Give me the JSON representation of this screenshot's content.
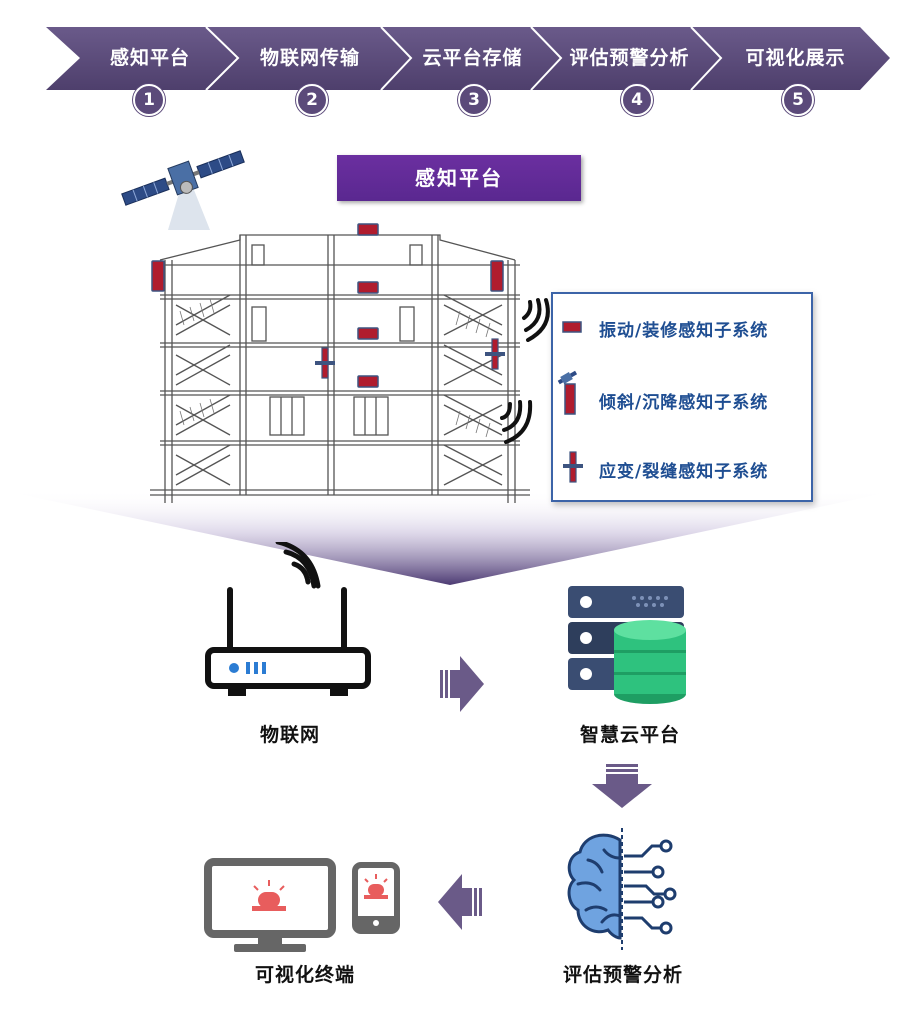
{
  "process_steps": [
    {
      "label": "感知平台",
      "number": "1"
    },
    {
      "label": "物联网传输",
      "number": "2"
    },
    {
      "label": "云平台存储",
      "number": "3"
    },
    {
      "label": "评估预警分析",
      "number": "4"
    },
    {
      "label": "可视化展示",
      "number": "5"
    }
  ],
  "section_title": "感知平台",
  "legend": {
    "items": [
      {
        "label": "振动/装修感知子系统",
        "icon": "horizontal-sensor-icon"
      },
      {
        "label": "倾斜/沉降感知子系统",
        "icon": "vertical-sensor-icon"
      },
      {
        "label": "应变/裂缝感知子系统",
        "icon": "cross-sensor-icon"
      }
    ]
  },
  "nodes": {
    "iot": "物联网",
    "cloud": "智慧云平台",
    "analysis": "评估预警分析",
    "terminal": "可视化终端"
  },
  "colors": {
    "chevron": "#5b4a7a",
    "title_bg": "#6b2fa0",
    "legend_text": "#1f4e92",
    "legend_border": "#3c64a8",
    "sensor_red": "#b01c2e",
    "flow_arrow": "#6a5a88",
    "cloud_green": "#2ec27e",
    "server_navy": "#2e3e5c"
  }
}
